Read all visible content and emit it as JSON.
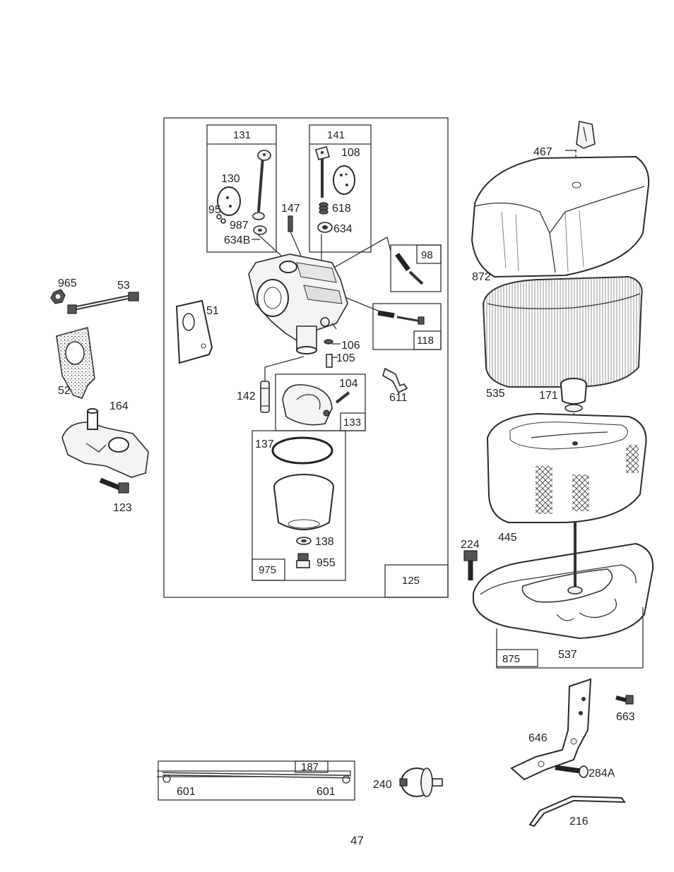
{
  "page_number": "47",
  "boxes": {
    "b131": "131",
    "b141": "141",
    "b98": "98",
    "b118": "118",
    "b133": "133",
    "b975": "975",
    "b125": "125",
    "b875": "875",
    "b187": "187"
  },
  "parts": {
    "p467": "467",
    "p108": "108",
    "p130": "130",
    "p95": "95",
    "p987": "987",
    "p634B": "634B",
    "p147": "147",
    "p618": "618",
    "p634": "634",
    "p965": "965",
    "p53": "53",
    "p51": "51",
    "p872": "872",
    "p106": "106",
    "p105": "105",
    "p52": "52",
    "p104": "104",
    "p142": "142",
    "p611": "611",
    "p535": "535",
    "p171": "171",
    "p164": "164",
    "p137": "137",
    "p123": "123",
    "p138": "138",
    "p955": "955",
    "p224": "224",
    "p445": "445",
    "p537": "537",
    "p663": "663",
    "p646": "646",
    "p284A": "284A",
    "p601a": "601",
    "p601b": "601",
    "p240": "240",
    "p216": "216"
  }
}
